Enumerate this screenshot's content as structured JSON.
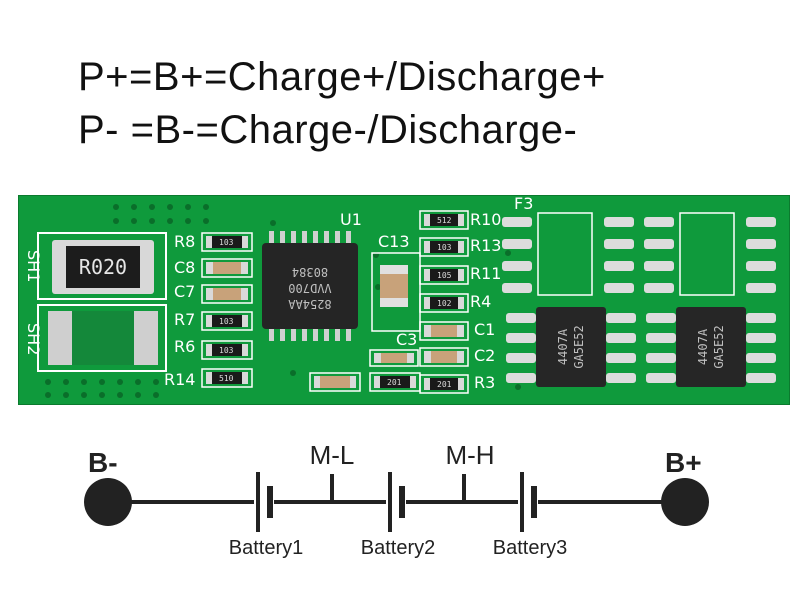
{
  "title": {
    "line1": "P+=B+=Charge+/Discharge+",
    "line2": "P- =B-=Charge-/Discharge-"
  },
  "pcb": {
    "board_color": "#0f9a3c",
    "labels": {
      "sh1": "SH1",
      "sh2": "SH2",
      "r020": "R020",
      "r8": "R8",
      "c8": "C8",
      "c7": "C7",
      "r7": "R7",
      "r6": "R6",
      "r14": "R14",
      "u1": "U1",
      "c13": "C13",
      "c3": "C3",
      "r10": "R10",
      "r13": "R13",
      "r11": "R11",
      "r4": "R4",
      "c1": "C1",
      "c2": "C2",
      "r3": "R3",
      "f3": "F3"
    },
    "ic_u1": {
      "line1": "8254AA",
      "line2": "VVD700",
      "line3": "80384"
    },
    "mosfet1": {
      "line1": "4407A",
      "line2": "GA5E52"
    },
    "mosfet2": {
      "line1": "4407A",
      "line2": "GA5E52"
    },
    "resistor_codes": {
      "r8": "103",
      "r7": "103",
      "r6": "103",
      "r14": "510",
      "r10": "512",
      "r13": "103",
      "r11": "105",
      "r4": "102",
      "r3": "201",
      "bottom1": "201"
    }
  },
  "schematic": {
    "b_minus": "B-",
    "b_plus": "B+",
    "m_l": "M-L",
    "m_h": "M-H",
    "battery1": "Battery1",
    "battery2": "Battery2",
    "battery3": "Battery3"
  }
}
